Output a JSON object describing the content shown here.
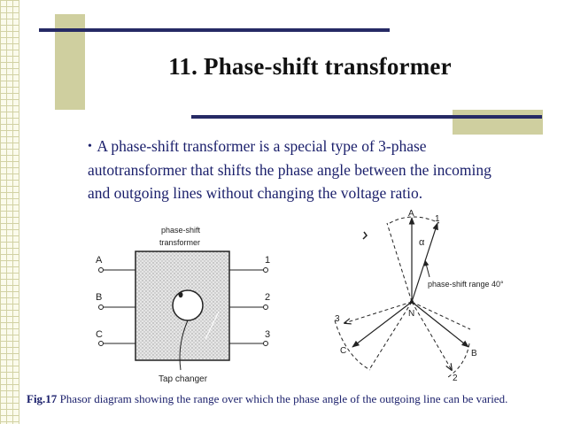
{
  "slide": {
    "title": "11. Phase-shift transformer",
    "bullet": "A phase-shift transformer is a special type of 3-phase autotransformer that shifts the phase angle between the incoming and outgoing lines without changing the voltage ratio.",
    "caption_label": "Fig.17",
    "caption_text": "Phasor diagram showing the range over which the phase angle of the outgoing line can be varied.",
    "bullet_symbol": "•"
  },
  "figure": {
    "transformer_label_line1": "phase-shift",
    "transformer_label_line2": "transformer",
    "tap_changer_label": "Tap changer",
    "inputs": [
      "A",
      "B",
      "C"
    ],
    "outputs": [
      "1",
      "2",
      "3"
    ],
    "phasor_labels": {
      "A": "A",
      "one": "1",
      "alpha": "α",
      "N": "N",
      "three": "3",
      "C": "C",
      "B": "B",
      "two": "2"
    },
    "range_label": "phase-shift range 40°"
  },
  "colors": {
    "navy": "#262a65",
    "olive": "#cfcf9f",
    "text_blue": "#1a1f6b"
  }
}
